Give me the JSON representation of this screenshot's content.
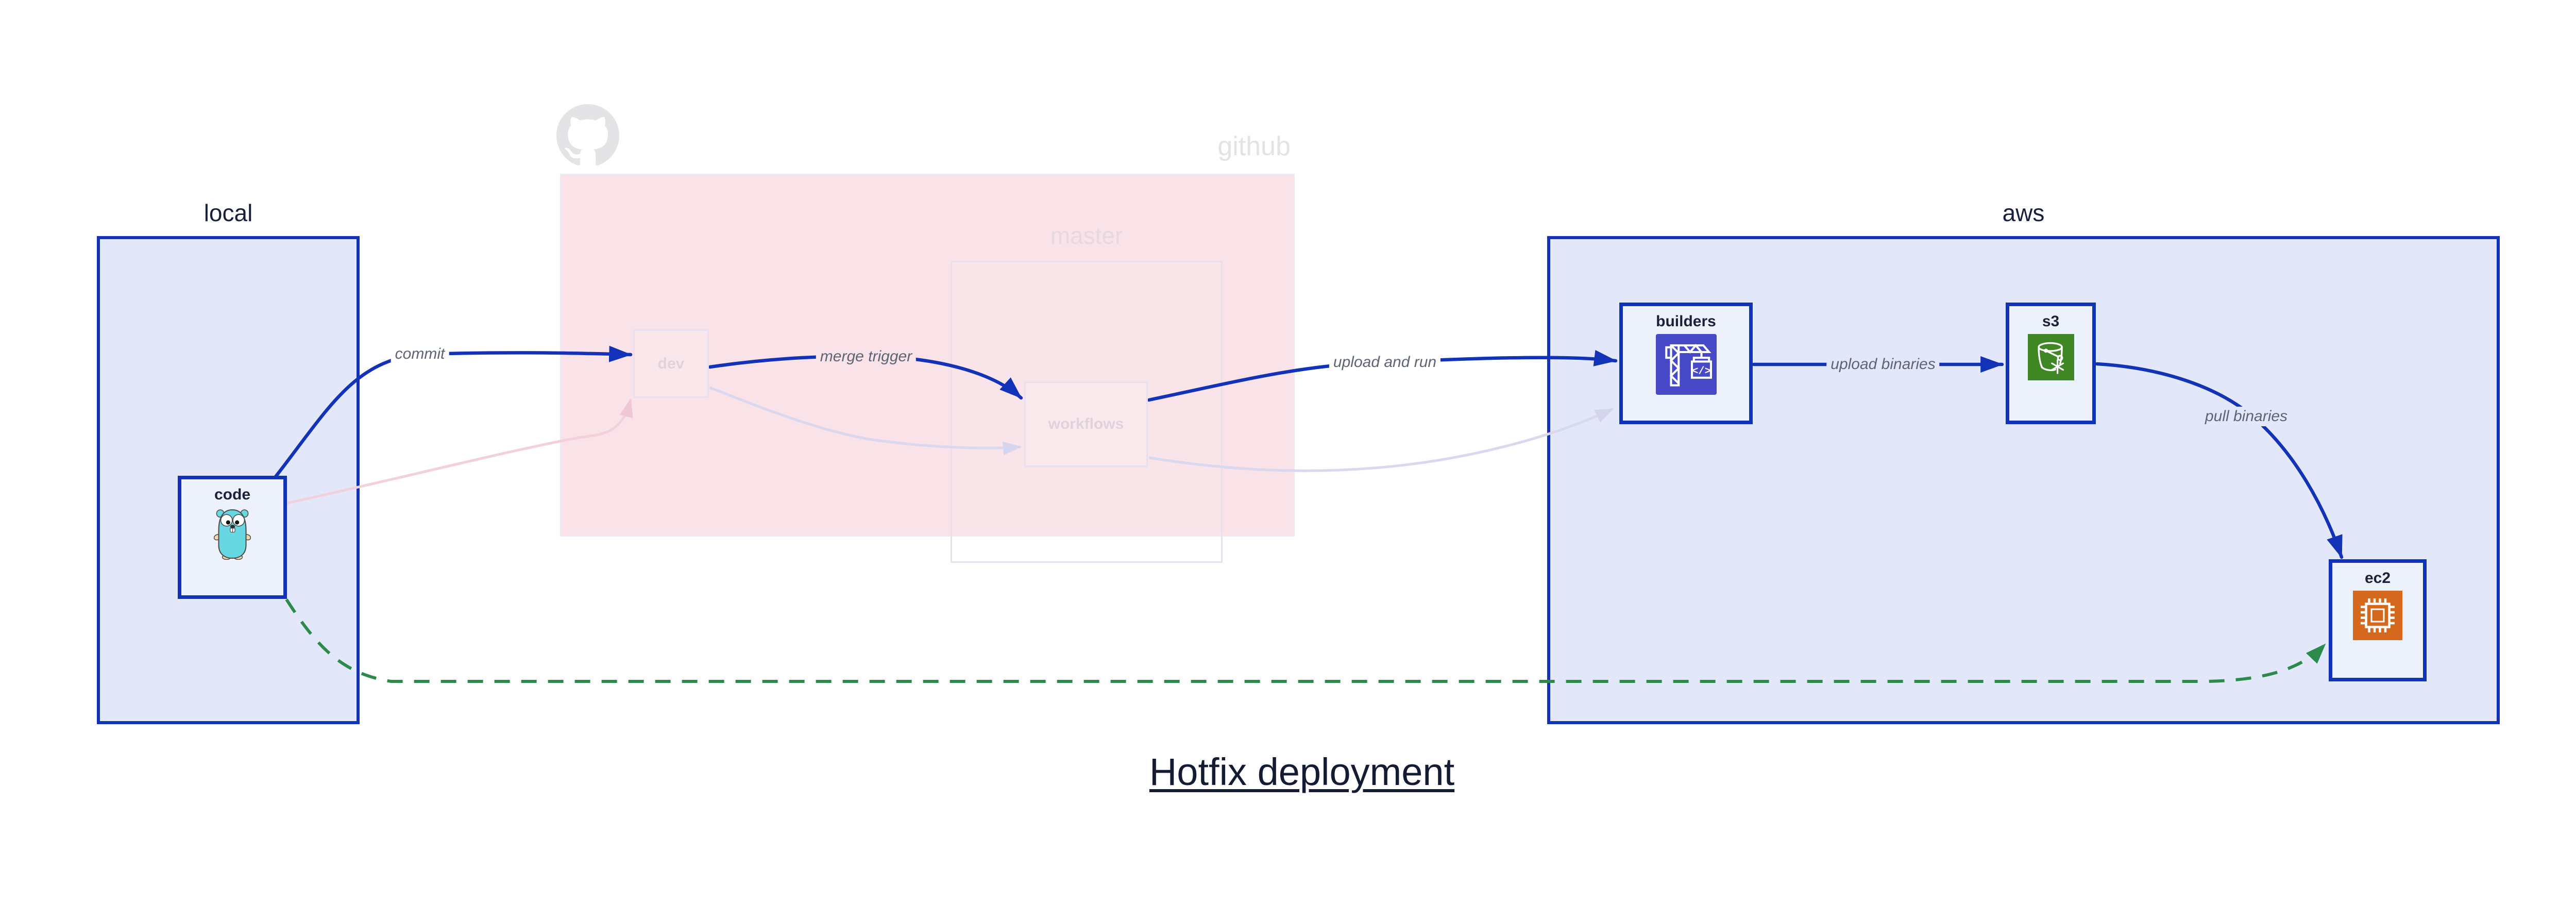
{
  "diagram_title": "Hotfix deployment",
  "groups": {
    "local": {
      "label": "local"
    },
    "github": {
      "label": "github"
    },
    "master": {
      "label": "master"
    },
    "aws": {
      "label": "aws"
    }
  },
  "nodes": {
    "code": {
      "label": "code",
      "icon": "go-gopher-icon"
    },
    "dev": {
      "label": "dev",
      "state": "faded"
    },
    "workflows": {
      "label": "workflows",
      "state": "faded"
    },
    "builders": {
      "label": "builders",
      "icon": "codebuild-crane-icon"
    },
    "s3": {
      "label": "s3",
      "icon": "s3-glacier-bucket-icon"
    },
    "ec2": {
      "label": "ec2",
      "icon": "ec2-chip-icon"
    }
  },
  "edges": {
    "commit": {
      "label": "commit",
      "from": "code",
      "to": "dev",
      "style": "bold-blue"
    },
    "merge_trigger": {
      "label": "merge trigger",
      "from": "dev",
      "to": "workflows",
      "style": "bold-blue"
    },
    "upload_and_run": {
      "label": "upload and run",
      "from": "workflows",
      "to": "builders",
      "style": "bold-blue"
    },
    "upload_binaries": {
      "label": "upload binaries",
      "from": "builders",
      "to": "s3",
      "style": "bold-blue"
    },
    "pull_binaries": {
      "label": "pull binaries",
      "from": "s3",
      "to": "ec2",
      "style": "bold-blue"
    },
    "hotfix_bypass": {
      "label": "",
      "from": "code",
      "to": "ec2",
      "style": "green-dashed"
    },
    "faded_code_dev": {
      "label": "",
      "from": "code",
      "to": "dev",
      "style": "faded-pink"
    },
    "faded_dev_workflows": {
      "label": "",
      "from": "dev",
      "to": "workflows",
      "style": "faded-lavender"
    },
    "faded_wf_builders": {
      "label": "",
      "from": "workflows",
      "to": "builders",
      "style": "faded-lavender"
    }
  },
  "icons": {
    "github": "github-octocat-icon",
    "code": "go-gopher-icon",
    "builders": "codebuild-crane-icon",
    "s3": "s3-glacier-bucket-icon",
    "ec2": "ec2-chip-icon"
  },
  "colors": {
    "arrow_blue": "#1233b8",
    "group_fill_blue": "#e2e8fa",
    "node_fill": "#edf1fc",
    "hotfix_green": "#2c8a4b",
    "github_region_pink": "#f9e2e8",
    "faded_border": "#e8e0f0",
    "faded_text": "#e1d3dd",
    "edge_label_gray": "#5d6474",
    "navy_text": "#16203d",
    "github_gray": "#e3e3e6",
    "codebuild_indigo": "#4749c8",
    "s3_green": "#3f8624",
    "ec2_orange": "#d4691e",
    "gopher_teal": "#67d7e2"
  }
}
